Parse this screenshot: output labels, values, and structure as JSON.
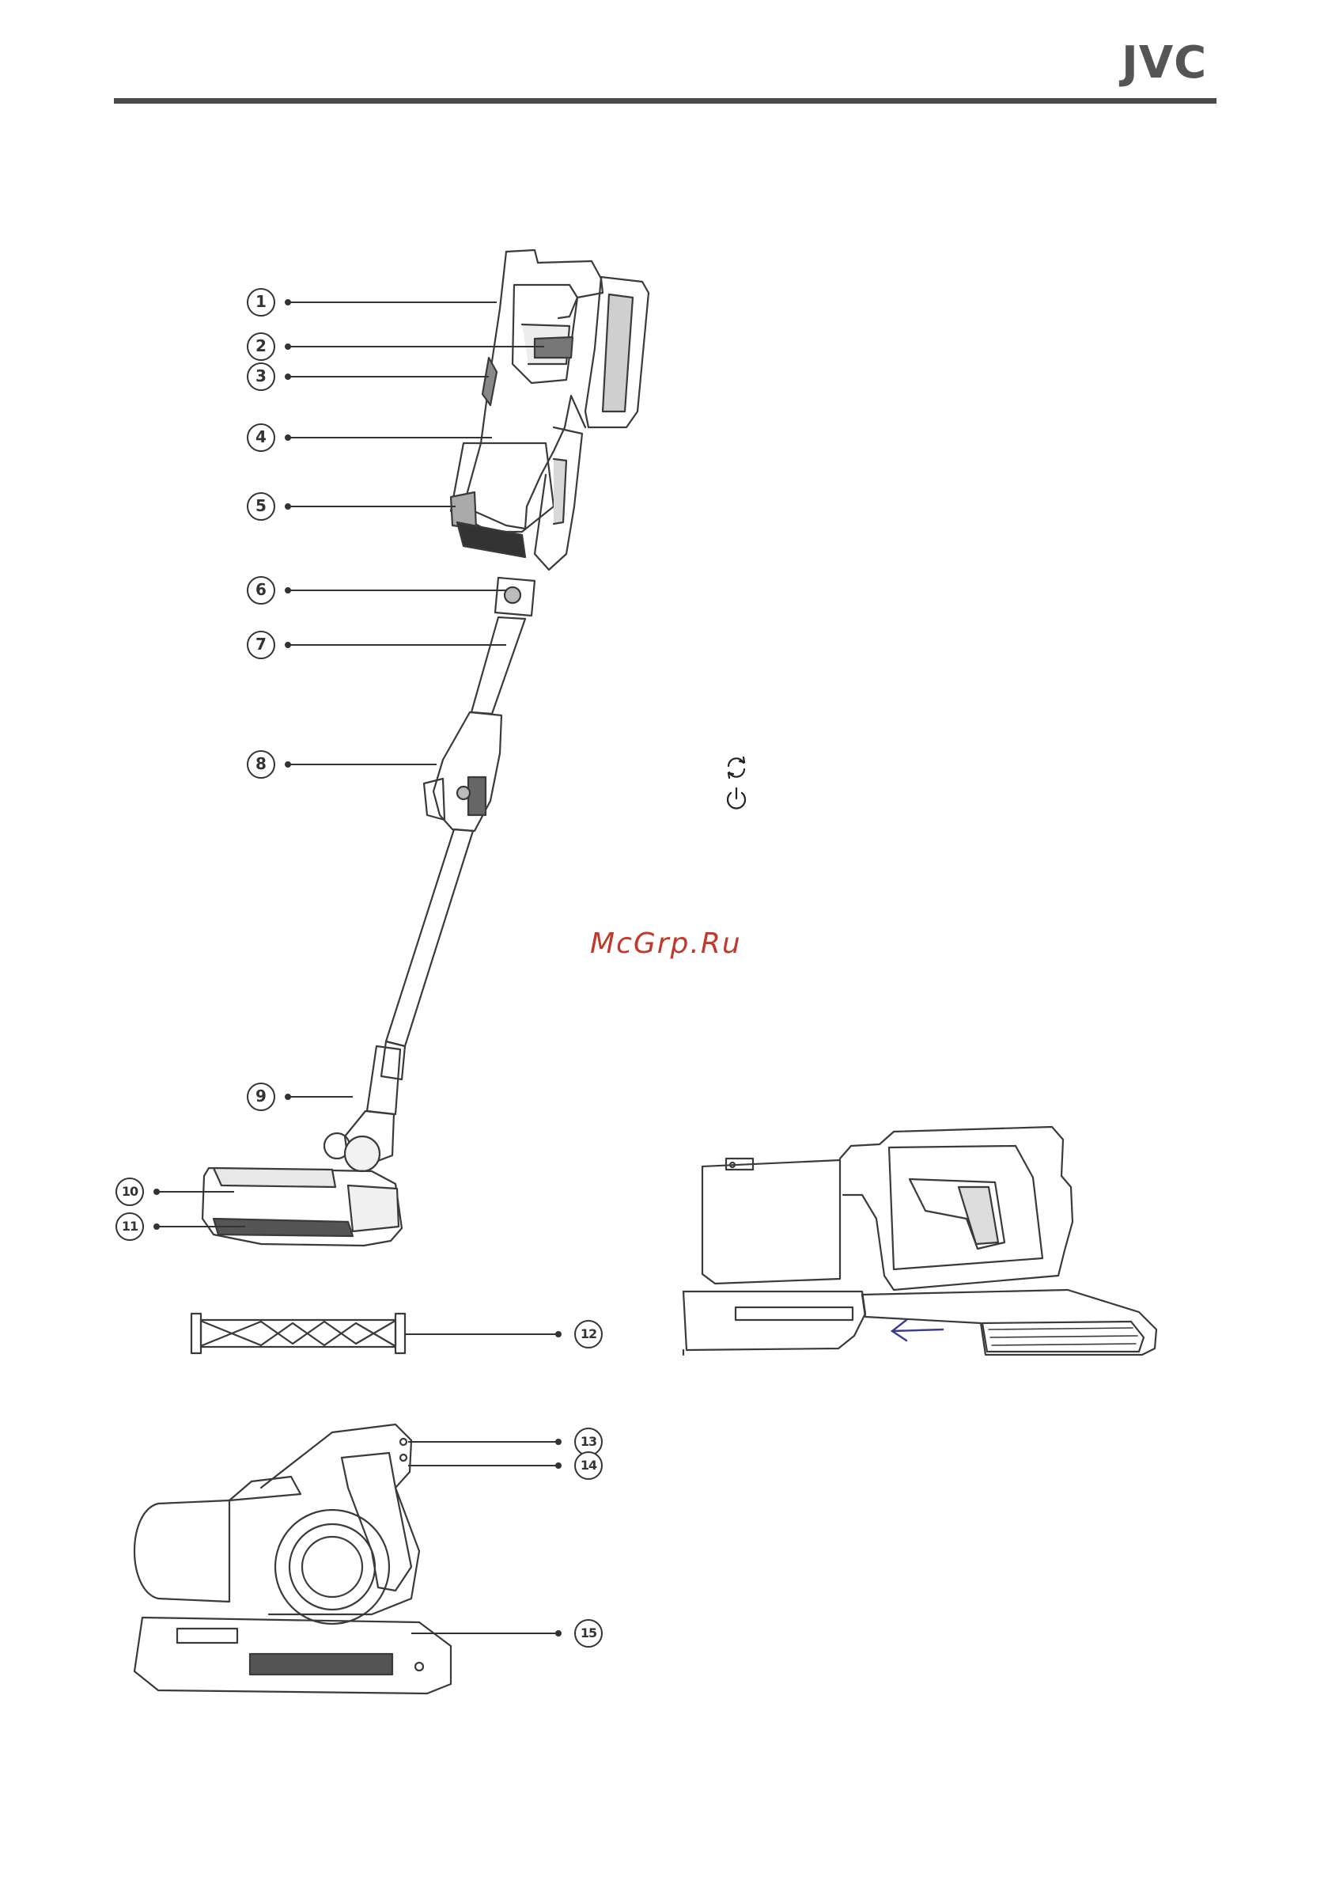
{
  "header": {
    "brand": "JVC"
  },
  "callouts": [
    "1",
    "2",
    "3",
    "4",
    "5",
    "6",
    "7",
    "8",
    "9",
    "10",
    "11",
    "12",
    "13",
    "14",
    "15"
  ],
  "icons": {
    "cycle": "cycle-arrows-icon",
    "power": "power-icon"
  },
  "watermark": "McGrp.Ru",
  "colors": {
    "rule": "#4a4a4a",
    "line": "#333333",
    "arrow": "#3b3b8f",
    "watermark": "#c0392b"
  }
}
